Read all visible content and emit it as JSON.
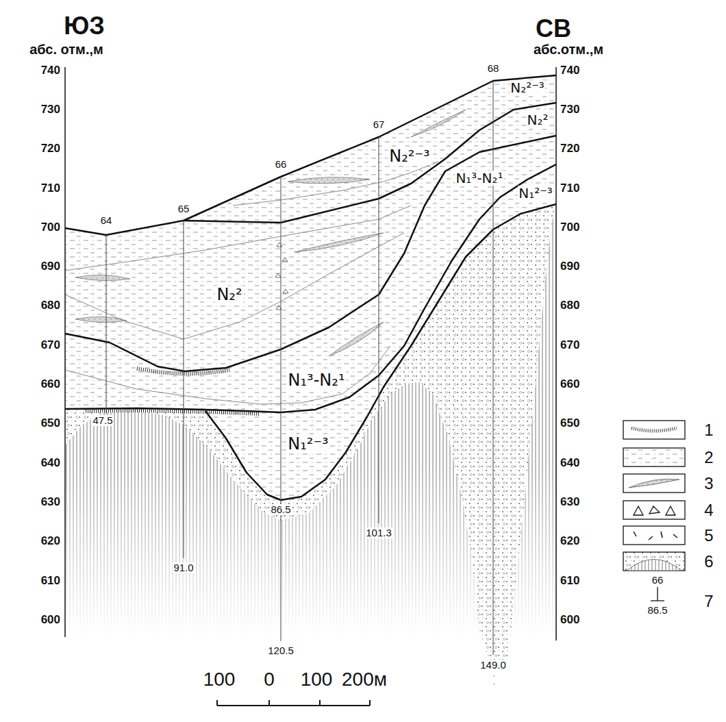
{
  "diagram": {
    "labels": [
      "ЮЗ",
      "абс. отм.,м",
      "СВ",
      "абс.отм.,м",
      "740",
      "730",
      "720",
      "710",
      "700",
      "690",
      "680",
      "670",
      "660",
      "650",
      "640",
      "630",
      "620",
      "610",
      "600",
      "740",
      "730",
      "720",
      "710",
      "700",
      "690",
      "680",
      "670",
      "660",
      "650",
      "640",
      "630",
      "620",
      "610",
      "600",
      "64",
      "65",
      "66",
      "67",
      "68",
      "47.5",
      "91.0",
      "120.5",
      "101.3",
      "149.0",
      "86.5",
      "N₂²⁻³",
      "N₂²",
      "N₁³-N₂¹",
      "N₁²⁻³",
      "N₂²⁻³",
      "N₂²",
      "N₁³-N₂¹",
      "N₁²⁻³",
      "100",
      "0",
      "100",
      "200м",
      "66",
      "86.5"
    ],
    "legend": [
      {
        "text": "1"
      },
      {
        "text": "2"
      },
      {
        "text": "3"
      },
      {
        "text": "4"
      },
      {
        "text": "5"
      },
      {
        "text": "6"
      },
      {
        "text": "7"
      }
    ]
  }
}
